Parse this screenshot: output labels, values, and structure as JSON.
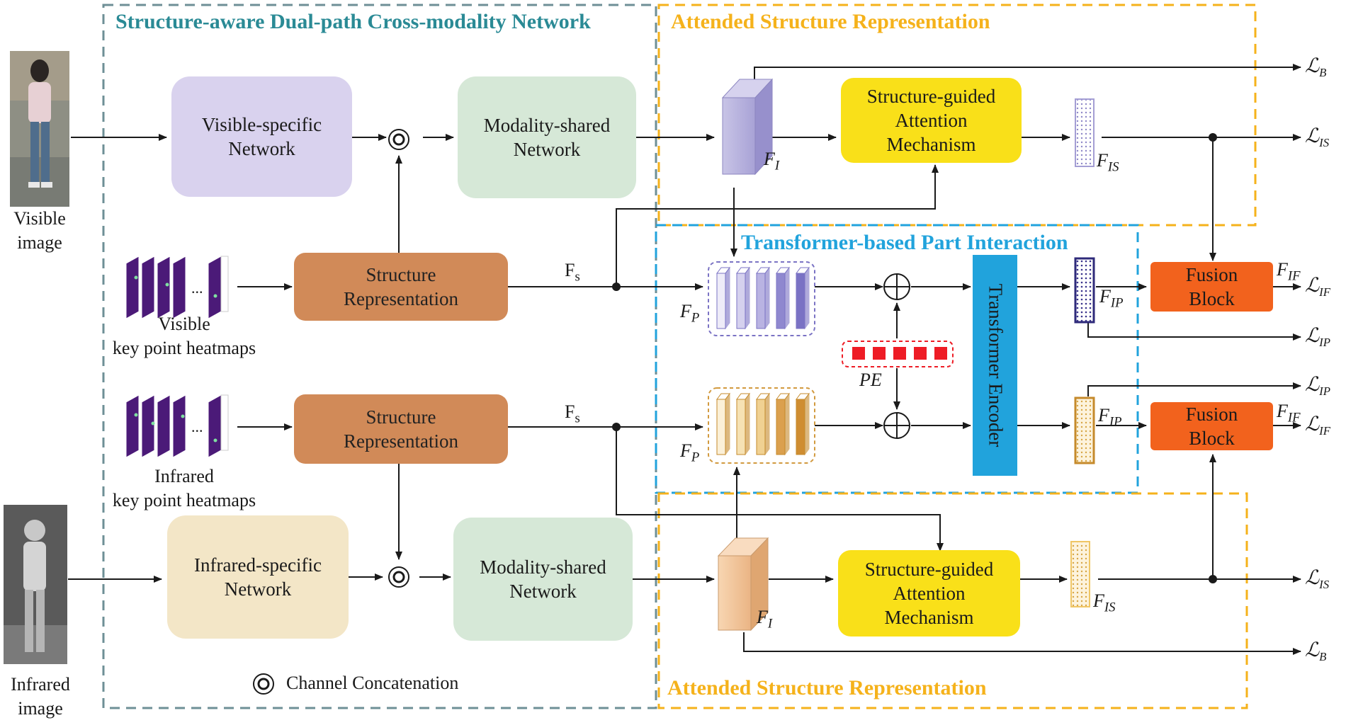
{
  "titles": {
    "dual_path": "Structure-aware Dual-path Cross-modality Network",
    "attended_top": "Attended Structure Representation",
    "attended_bottom": "Attended Structure Representation",
    "transformer_part": "Transformer-based Part Interaction"
  },
  "boxes": {
    "visible_specific": [
      "Visible-specific",
      "Network"
    ],
    "modality_shared": [
      "Modality-shared",
      "Network"
    ],
    "infrared_specific": [
      "Infrared-specific",
      "Network"
    ],
    "structure_rep": [
      "Structure",
      "Representation"
    ],
    "sgam": [
      "Structure-guided",
      "Attention",
      "Mechanism"
    ],
    "fusion": [
      "Fusion",
      "Block"
    ],
    "transformer_encoder": "Transformer Encoder"
  },
  "inputs": {
    "visible_image": [
      "Visible",
      "image"
    ],
    "infrared_image": [
      "Infrared",
      "image"
    ],
    "visible_heatmaps": [
      "Visible",
      "key point heatmaps"
    ],
    "infrared_heatmaps": [
      "Infrared",
      "key point heatmaps"
    ]
  },
  "features": {
    "F": "F",
    "I": "I",
    "IS": "IS",
    "P": "P",
    "IP": "IP",
    "IF": "IF",
    "s": "s",
    "PE": "PE"
  },
  "losses": {
    "L": "ℒ",
    "B": "B",
    "IS": "IS",
    "IF": "IF",
    "IP": "IP"
  },
  "legend": {
    "channel_concat": "Channel Concatenation"
  },
  "colors": {
    "teal_border": "#6e8f96",
    "gold_border": "#f5b21b",
    "blue_border": "#21a3dc",
    "pe_red": "#ee1c25",
    "visible_feature": "#b9b3dc",
    "infrared_feature": "#f3c99a"
  }
}
